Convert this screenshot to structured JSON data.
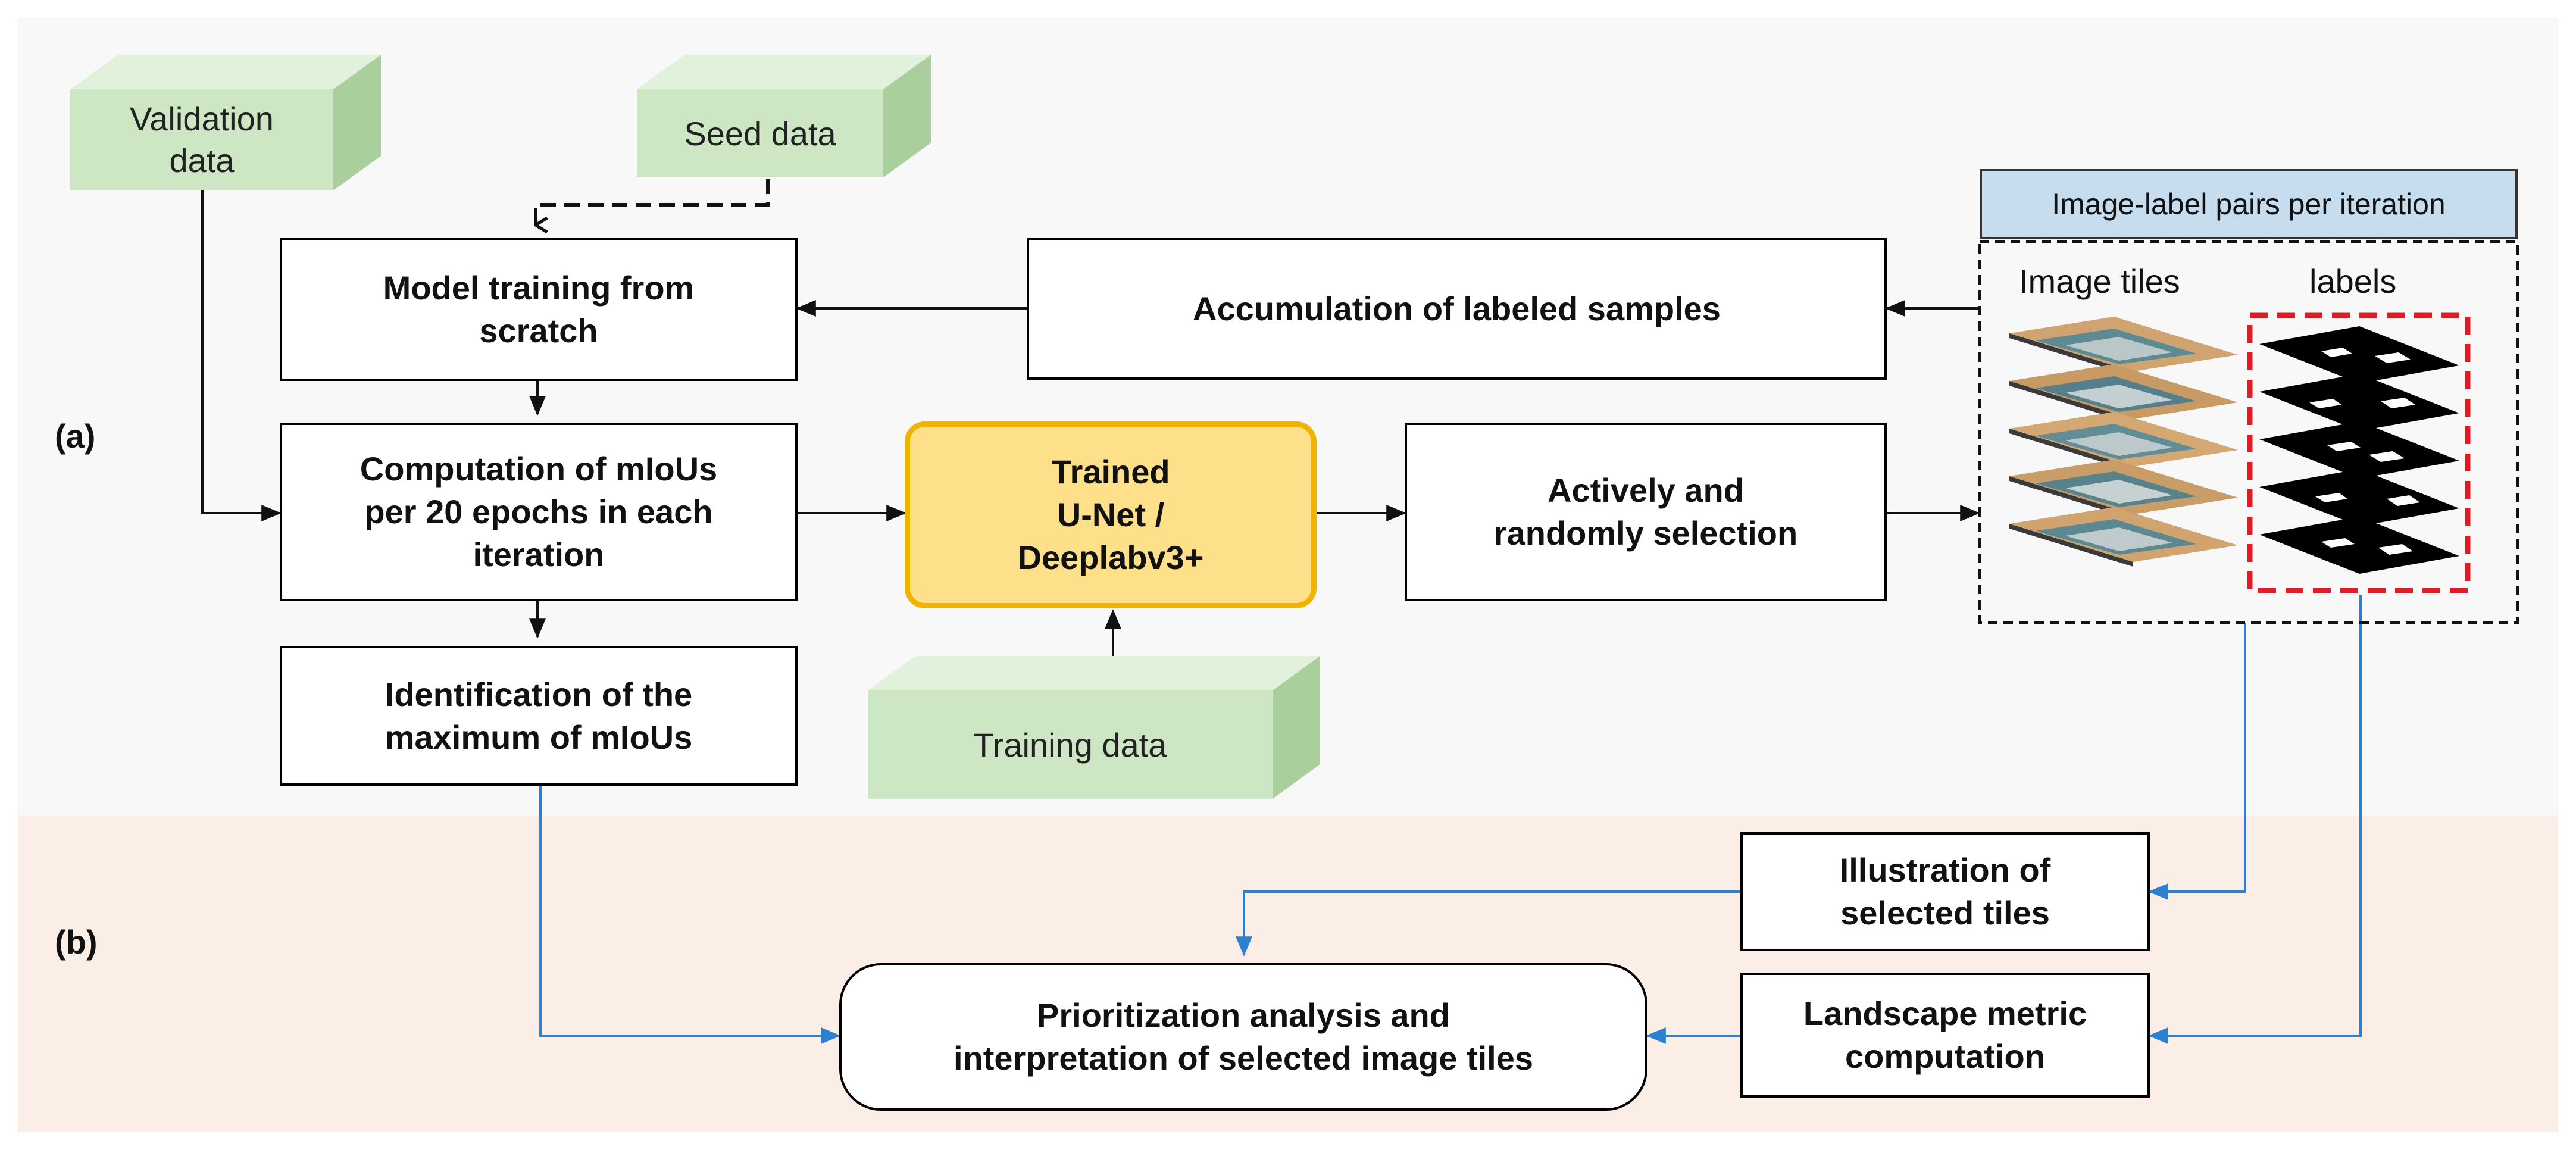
{
  "colors": {
    "panel_a_bg": "#f8f8f8",
    "panel_b_bg": "#fbeee6",
    "process_border": "#000000",
    "model_fill": "#ffe08a",
    "model_border": "#f0b400",
    "data_front": "#cde6c3",
    "data_top": "#e2f1dc",
    "data_side": "#a9cf9c",
    "blue_arrow": "#2d7fd1",
    "pairs_header": "#c6dcef",
    "labels_dash": "#e01b24"
  },
  "panels": {
    "a_label": "(a)",
    "b_label": "(b)"
  },
  "data_blocks": {
    "validation": "Validation\ndata",
    "seed": "Seed data",
    "training": "Training data"
  },
  "process": {
    "model_training": "Model training from\nscratch",
    "accumulation": "Accumulation of labeled samples",
    "computation": "Computation of mIoUs\nper 20 epochs in each\niteration",
    "identification": "Identification of the\nmaximum of mIoUs",
    "selection": "Actively and\nrandomly selection",
    "illustration": "Illustration of\nselected tiles",
    "landscape": "Landscape metric\ncomputation",
    "prioritization": "Prioritization analysis and\ninterpretation of selected image tiles"
  },
  "model": {
    "label": "Trained\nU-Net /\nDeeplabv3+"
  },
  "pairs": {
    "header": "Image-label pairs per iteration",
    "image_tiles": "Image tiles",
    "labels": "labels"
  }
}
